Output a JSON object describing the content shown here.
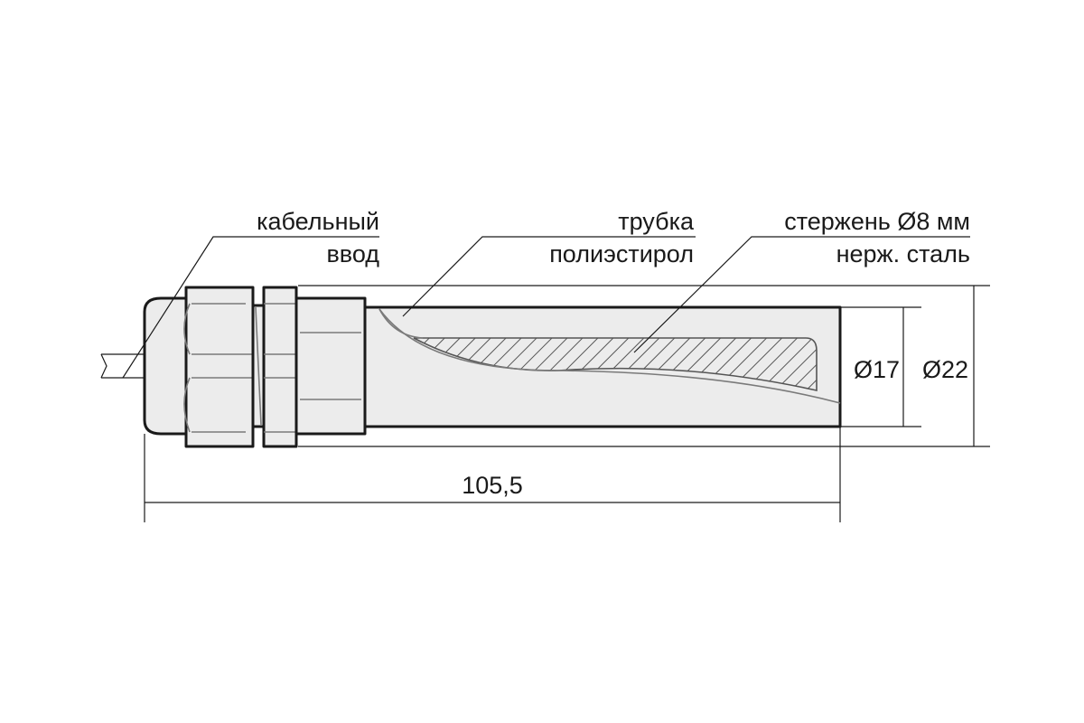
{
  "labels": {
    "cable_entry": {
      "line1": "кабельный",
      "line2": "ввод"
    },
    "tube": {
      "line1": "трубка",
      "line2": "полиэстирол"
    },
    "rod": {
      "line1": "стержень Ø8 мм",
      "line2": "нерж. сталь"
    }
  },
  "dimensions": {
    "inner_diameter": "Ø17",
    "outer_diameter": "Ø22",
    "overall_length": "105,5"
  },
  "colors": {
    "stroke": "#1a1a1a",
    "fill": "#ececec",
    "hatch": "#555555"
  }
}
